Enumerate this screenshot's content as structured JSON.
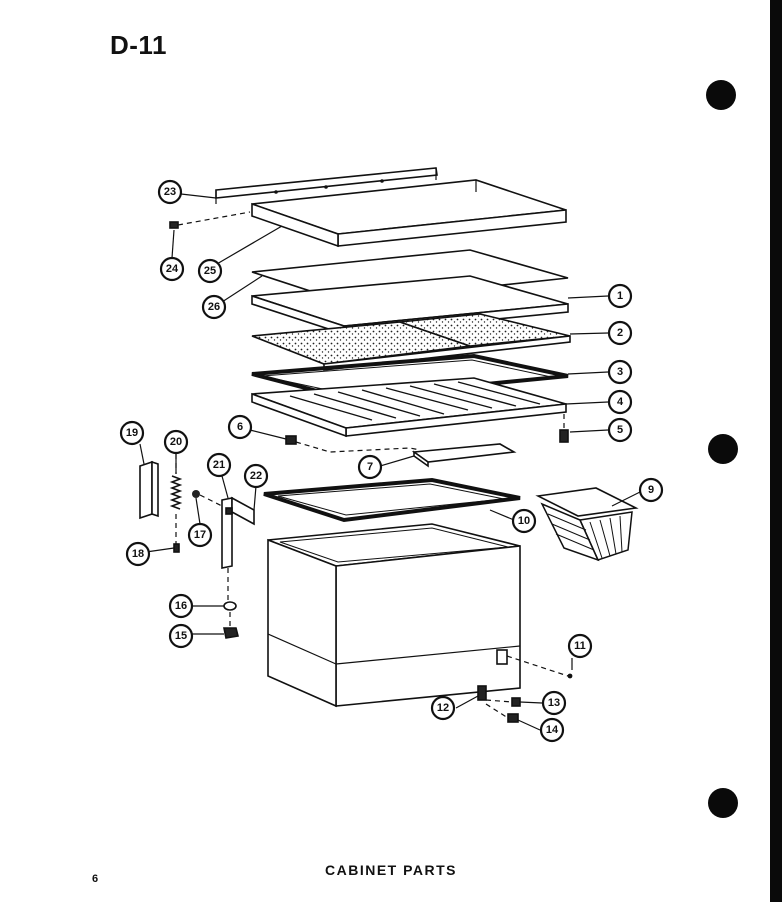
{
  "page": {
    "title": "D-11",
    "caption": "CABINET PARTS",
    "page_number": "6"
  },
  "callouts": [
    "1",
    "2",
    "3",
    "4",
    "5",
    "6",
    "7",
    "9",
    "10",
    "11",
    "12",
    "13",
    "14",
    "15",
    "16",
    "17",
    "18",
    "19",
    "20",
    "21",
    "22",
    "23",
    "24",
    "25",
    "26"
  ],
  "colors": {
    "ink": "#111111",
    "paper": "#ffffff",
    "edge": "#0a0a0a"
  }
}
